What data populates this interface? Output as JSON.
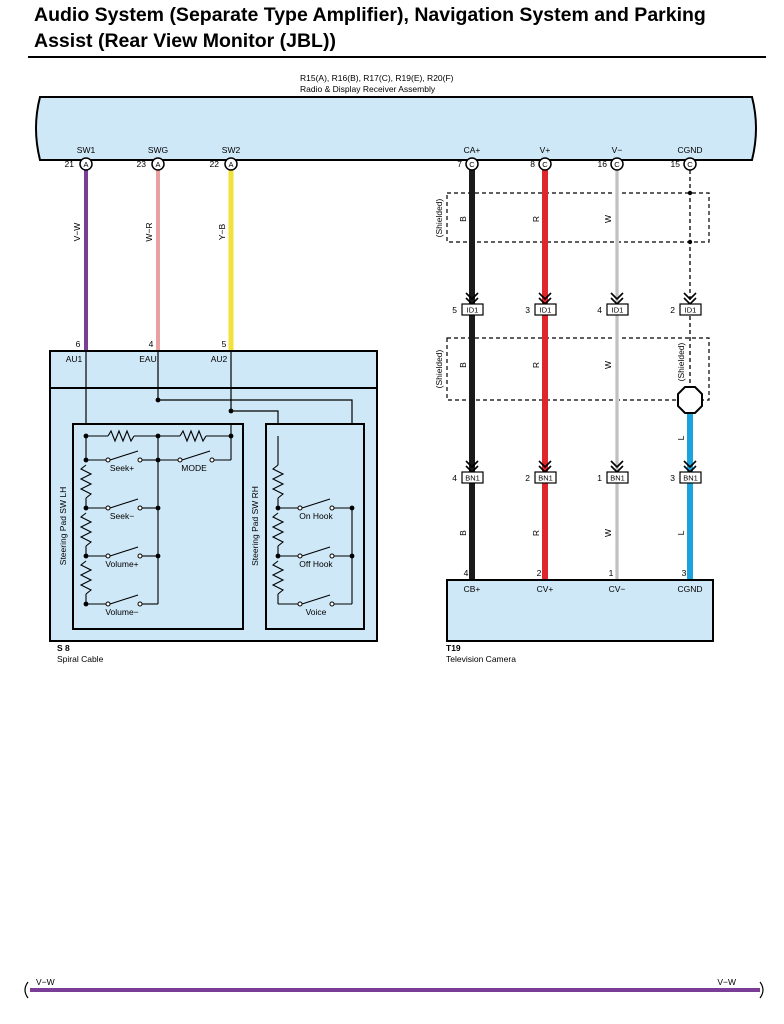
{
  "title_line1": "Audio System (Separate Type Amplifier), Navigation System and Parking",
  "title_line2": "Assist (Rear View Monitor (JBL))",
  "receiver": {
    "connectors": "R15(A), R16(B), R17(C), R19(E), R20(F)",
    "name": "Radio & Display Receiver Assembly",
    "terminals": [
      {
        "label": "SW1",
        "pin": "21",
        "conn": "A"
      },
      {
        "label": "SWG",
        "pin": "23",
        "conn": "A"
      },
      {
        "label": "SW2",
        "pin": "22",
        "conn": "A"
      },
      {
        "label": "CA+",
        "pin": "7",
        "conn": "C"
      },
      {
        "label": "V+",
        "pin": "8",
        "conn": "C"
      },
      {
        "label": "V−",
        "pin": "16",
        "conn": "C"
      },
      {
        "label": "CGND",
        "pin": "15",
        "conn": "C"
      }
    ]
  },
  "left_wires": [
    {
      "color_code": "V−W",
      "color": "#7a3e96"
    },
    {
      "color_code": "W−R",
      "color": "#e8a0a0"
    },
    {
      "color_code": "Y−B",
      "color": "#f1e13a"
    }
  ],
  "spiral_cable": {
    "id": "S 8",
    "name": "Spiral Cable",
    "pins": [
      {
        "pin": "6",
        "label": "AU1"
      },
      {
        "pin": "4",
        "label": "EAU"
      },
      {
        "pin": "5",
        "label": "AU2"
      }
    ],
    "lh_title": "Steering Pad SW LH",
    "rh_title": "Steering Pad SW RH",
    "lh_switches": [
      "Seek+",
      "MODE",
      "Seek−",
      "Volume+",
      "Volume−"
    ],
    "rh_switches": [
      "On Hook",
      "Off Hook",
      "Voice"
    ]
  },
  "shielded_label": "(Shielded)",
  "right_wire_codes": {
    "upper": [
      "B",
      "R",
      "W"
    ],
    "middle": [
      "B",
      "R",
      "W",
      "L"
    ],
    "lower": [
      "B",
      "R",
      "W",
      "L"
    ]
  },
  "connector_id1": {
    "label": "ID1",
    "pins": [
      "5",
      "3",
      "4",
      "2"
    ]
  },
  "connector_bn1": {
    "label": "BN1",
    "pins": [
      "4",
      "2",
      "1",
      "3"
    ]
  },
  "camera": {
    "id": "T19",
    "name": "Television Camera",
    "pins": [
      {
        "pin": "4",
        "label": "CB+"
      },
      {
        "pin": "2",
        "label": "CV+"
      },
      {
        "pin": "1",
        "label": "CV−"
      },
      {
        "pin": "3",
        "label": "CGND"
      }
    ]
  },
  "bottom_wire": {
    "left_label": "V−W",
    "right_label": "V−W",
    "color": "#7a3e96"
  },
  "colors": {
    "box_fill": "#cfe8f7",
    "wire_black": "#1a1a1a",
    "wire_red": "#e0262d",
    "wire_white": "#d8d8d8",
    "wire_blue": "#1aa3dd"
  }
}
